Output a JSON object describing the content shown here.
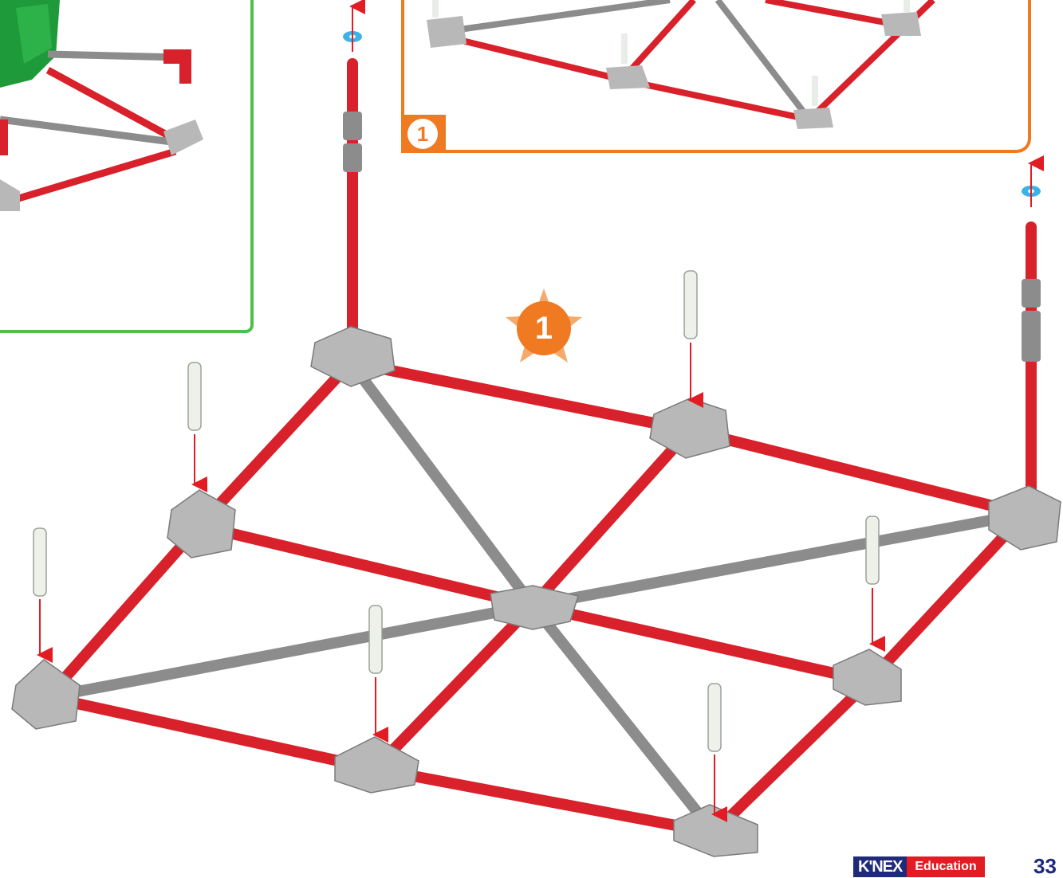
{
  "page": {
    "number": "33",
    "step_number": "1",
    "inset_step_number": "1",
    "brand": {
      "logo_text": "K'NEX",
      "education_label": "Education"
    }
  },
  "colors": {
    "rod_red": "#d8212a",
    "rod_gray": "#8c8c8c",
    "connector": "#b8b8b8",
    "inset_green": "#4fbf4a",
    "inset_orange": "#ef7a22",
    "arrow": "#e31b23",
    "washer": "#3ab4e6"
  },
  "icons": [
    "star-step-badge",
    "up-arrow",
    "down-arrow",
    "peg",
    "connector-hub",
    "washer"
  ]
}
